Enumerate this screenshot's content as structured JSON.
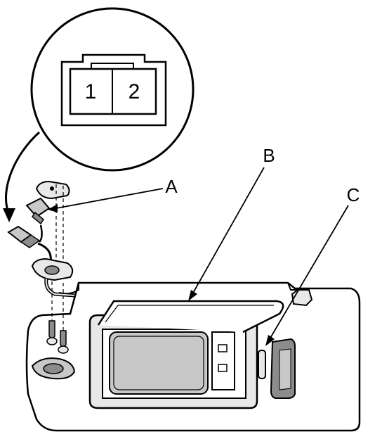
{
  "connector": {
    "pins": [
      "1",
      "2"
    ]
  },
  "callouts": {
    "a": "A",
    "b": "B",
    "c": "C"
  },
  "colors": {
    "line": "#000000",
    "paper": "#ffffff",
    "shade_light": "#e8e8e8",
    "shade_mid": "#c8c8c8",
    "shade_dark": "#8c8c8c"
  }
}
